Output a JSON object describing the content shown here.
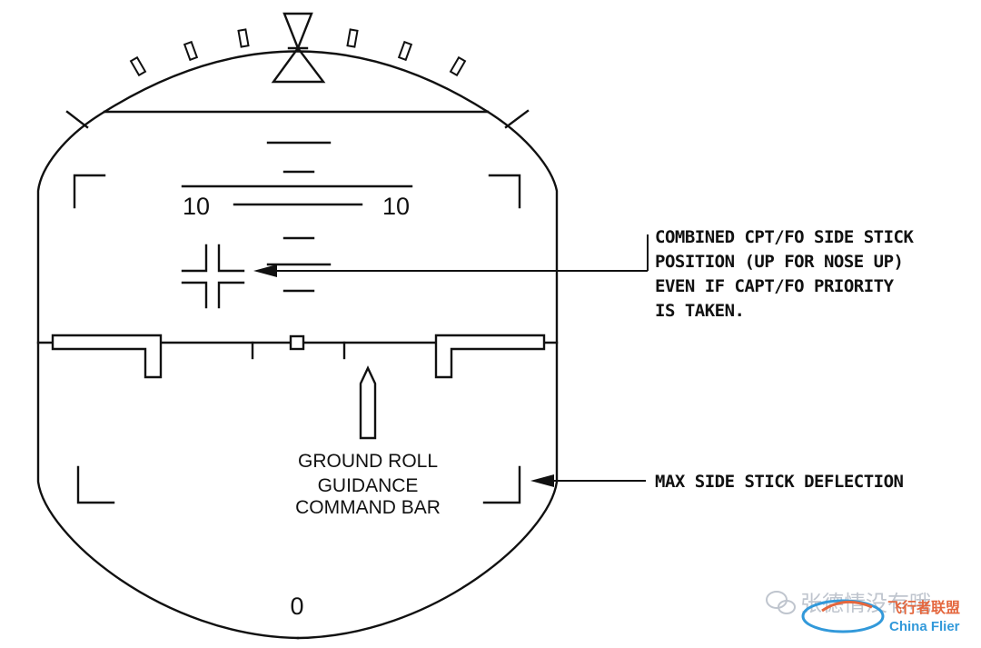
{
  "pfd": {
    "pitch_scale": {
      "left_label": "10",
      "right_label": "10"
    },
    "ground_roll_label": [
      "GROUND ROLL",
      "GUIDANCE",
      "COMMAND BAR"
    ],
    "bottom_label": "0"
  },
  "callouts": {
    "stick_position": [
      "COMBINED CPT/FO SIDE STICK",
      "POSITION (UP FOR NOSE UP)",
      "EVEN IF CAPT/FO PRIORITY",
      "IS TAKEN."
    ],
    "max_deflection": "MAX SIDE STICK DEFLECTION"
  },
  "watermark": {
    "handle": "张德情没有哦",
    "brand_cn": "飞行者联盟",
    "brand_en": "China Flier"
  },
  "colors": {
    "ink": "#111111",
    "watermark_gray": "#b9bfc9",
    "brand_orange": "#e2572a",
    "brand_blue": "#1c8fd6"
  }
}
